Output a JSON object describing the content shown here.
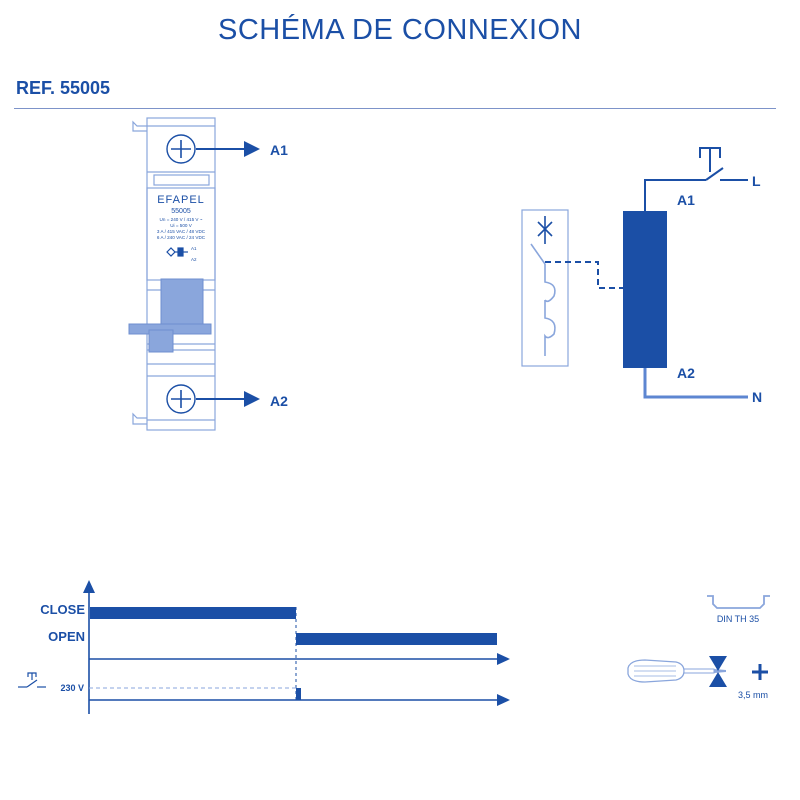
{
  "header": {
    "title": "SCHÉMA DE CONNEXION",
    "reference": "REF. 55005"
  },
  "device": {
    "brand": "EFAPEL",
    "model": "55005",
    "rating_line1": "Un = 240 V / 415 V ~",
    "rating_line2": "Ui = 500 V",
    "rating_line3": "3 A / 415 VAC / 48 VDC",
    "rating_line4": "6 A / 240 VAC / 24 VDC",
    "coil_a1": "A1",
    "coil_a2": "A2",
    "terminal_top": "A1",
    "terminal_bottom": "A2"
  },
  "wiring": {
    "terminal_a1": "A1",
    "terminal_a2": "A2",
    "line": "L",
    "neutral": "N"
  },
  "timing": {
    "close_label": "CLOSE",
    "open_label": "OPEN",
    "voltage_label": "230 V"
  },
  "mounting": {
    "rail_label": "DIN TH 35",
    "screwdriver_label": "3,5 mm"
  },
  "colors": {
    "primary_blue": "#1b4fa6",
    "light_blue": "#8aa6dc",
    "outline_blue": "#7d93c9"
  }
}
